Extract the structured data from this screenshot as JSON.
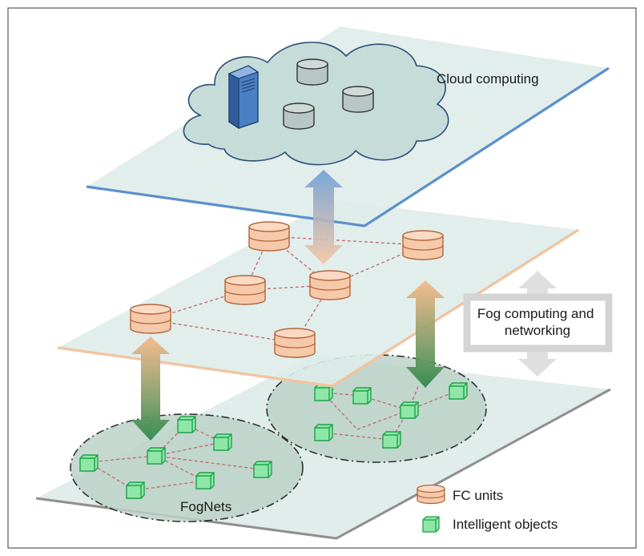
{
  "labels": {
    "cloud": "Cloud computing",
    "fog": "Fog computing and\nnetworking",
    "fognets": "FogNets"
  },
  "legend": {
    "fc_units": "FC units",
    "intelligent_objects": "Intelligent objects"
  },
  "colors": {
    "frame": "#5a5a5a",
    "plane_fill": "#deece9",
    "cloud_edge": "#5b8fce",
    "fog_edge": "#f3c29e",
    "bottom_edge": "#8f8f8f",
    "cloud_fill": "#c5dcd9",
    "cloud_stroke": "#2d4e78",
    "fc_unit_fill": "#f7c9ab",
    "fc_unit_stroke": "#b3653a",
    "object_fill": "#8ee7a6",
    "object_stroke": "#1ea34b",
    "network_link": "#c06a6a",
    "arrow_blue": "#89b1dc",
    "arrow_orange": "#f6b78b",
    "arrow_green": "#3f8f5a",
    "arrow_gray": "#d9d9d9",
    "fognet_fill": "#bcd3c8"
  },
  "icons": [
    "server-icon",
    "database-icon",
    "fc-unit-icon",
    "intelligent-object-icon"
  ]
}
